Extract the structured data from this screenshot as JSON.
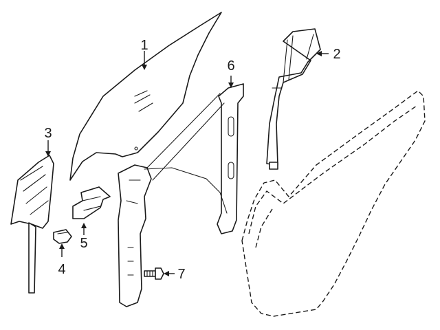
{
  "diagram": {
    "callouts": [
      {
        "id": "c1",
        "text": "1"
      },
      {
        "id": "c2",
        "text": "2"
      },
      {
        "id": "c3",
        "text": "3"
      },
      {
        "id": "c4",
        "text": "4"
      },
      {
        "id": "c5",
        "text": "5"
      },
      {
        "id": "c6",
        "text": "6"
      },
      {
        "id": "c7",
        "text": "7"
      }
    ]
  },
  "colors": {
    "line": "#1a1a1a",
    "background": "#ffffff"
  }
}
